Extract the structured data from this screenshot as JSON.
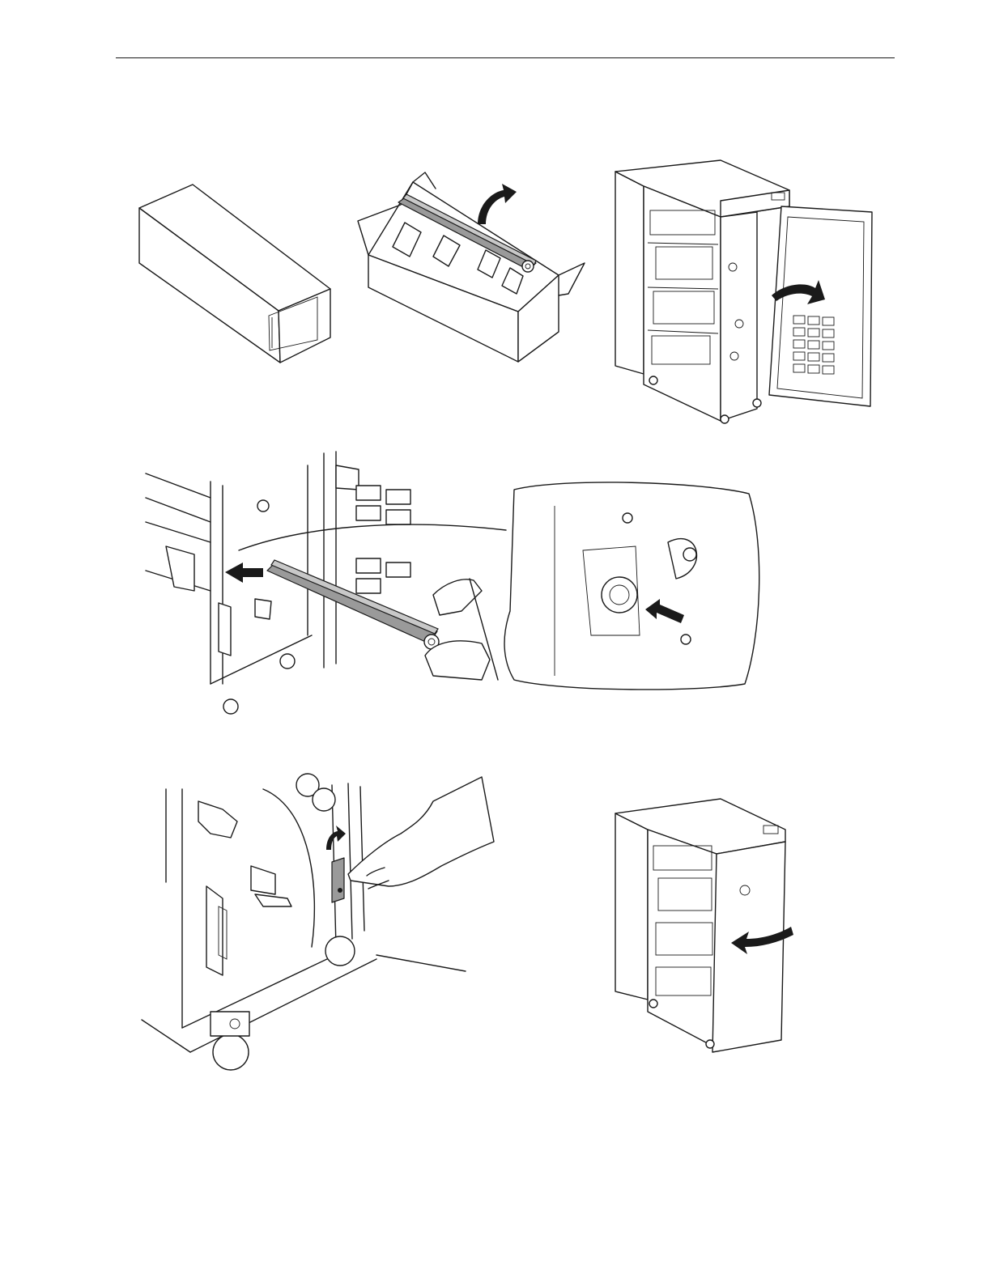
{
  "page": {
    "figures": [
      {
        "id": "fig-1",
        "depicts": "closed-carton"
      },
      {
        "id": "fig-2",
        "depicts": "open-carton-removing-part"
      },
      {
        "id": "fig-3",
        "depicts": "machine-front-door-open"
      },
      {
        "id": "fig-4",
        "depicts": "inserting-part-with-detail-callout"
      },
      {
        "id": "fig-5",
        "depicts": "pressing-lever-up"
      },
      {
        "id": "fig-6",
        "depicts": "closing-front-door"
      }
    ]
  }
}
